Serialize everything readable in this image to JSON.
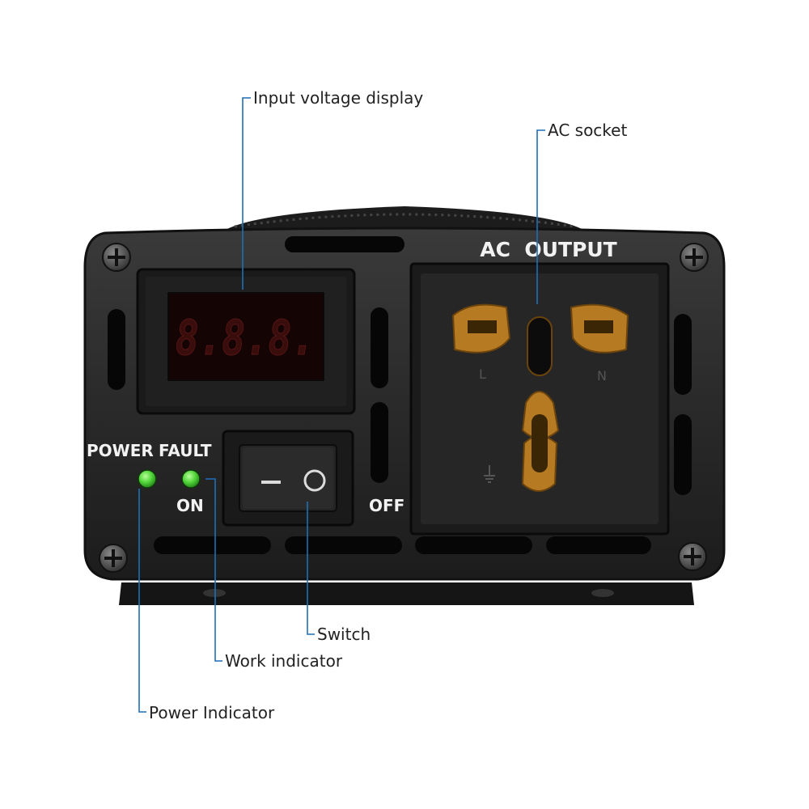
{
  "panel": {
    "ac_output_label": "AC  OUTPUT",
    "power_label": "POWER",
    "fault_label": "FAULT",
    "on_label": "ON",
    "off_label": "OFF",
    "display_digits": "8.8.8.",
    "socket_marks": {
      "live": "L",
      "neutral": "N"
    }
  },
  "callouts": {
    "input_voltage_display": "Input voltage display",
    "ac_socket": "AC socket",
    "switch": "Switch",
    "work_indicator": "Work indicator",
    "power_indicator": "Power Indicator"
  },
  "colors": {
    "leader_line": "#1e6fb8",
    "led_green": "#52d63a",
    "panel_body": "#2a2a2a",
    "display_glass": "#150404",
    "socket_pin": "#b67a22"
  }
}
